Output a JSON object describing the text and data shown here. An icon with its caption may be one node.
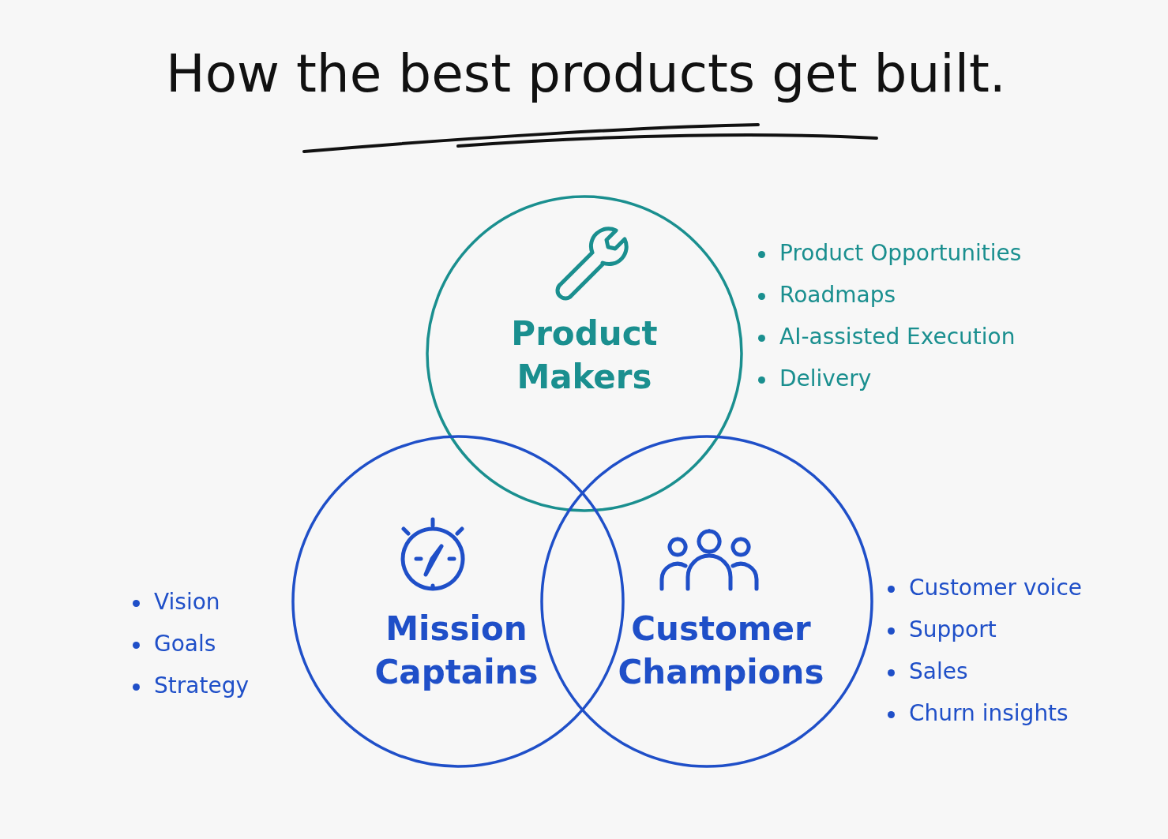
{
  "diagram": {
    "title": "How the best products get built.",
    "nodes": [
      {
        "text": [
          "Product Makers"
        ],
        "beside": [
          "Product Opportunities",
          "Roadmaps",
          "AI-assisted Execution",
          "Delivery"
        ]
      },
      {
        "text": [
          "Mission Captains"
        ],
        "beside": [
          "Vision",
          "Goals",
          "Strategy"
        ]
      },
      {
        "text": [
          "Customer Champions"
        ],
        "beside": [
          "Customer voice",
          "Support",
          "Sales",
          "Churn insights"
        ]
      }
    ],
    "edges": []
  }
}
